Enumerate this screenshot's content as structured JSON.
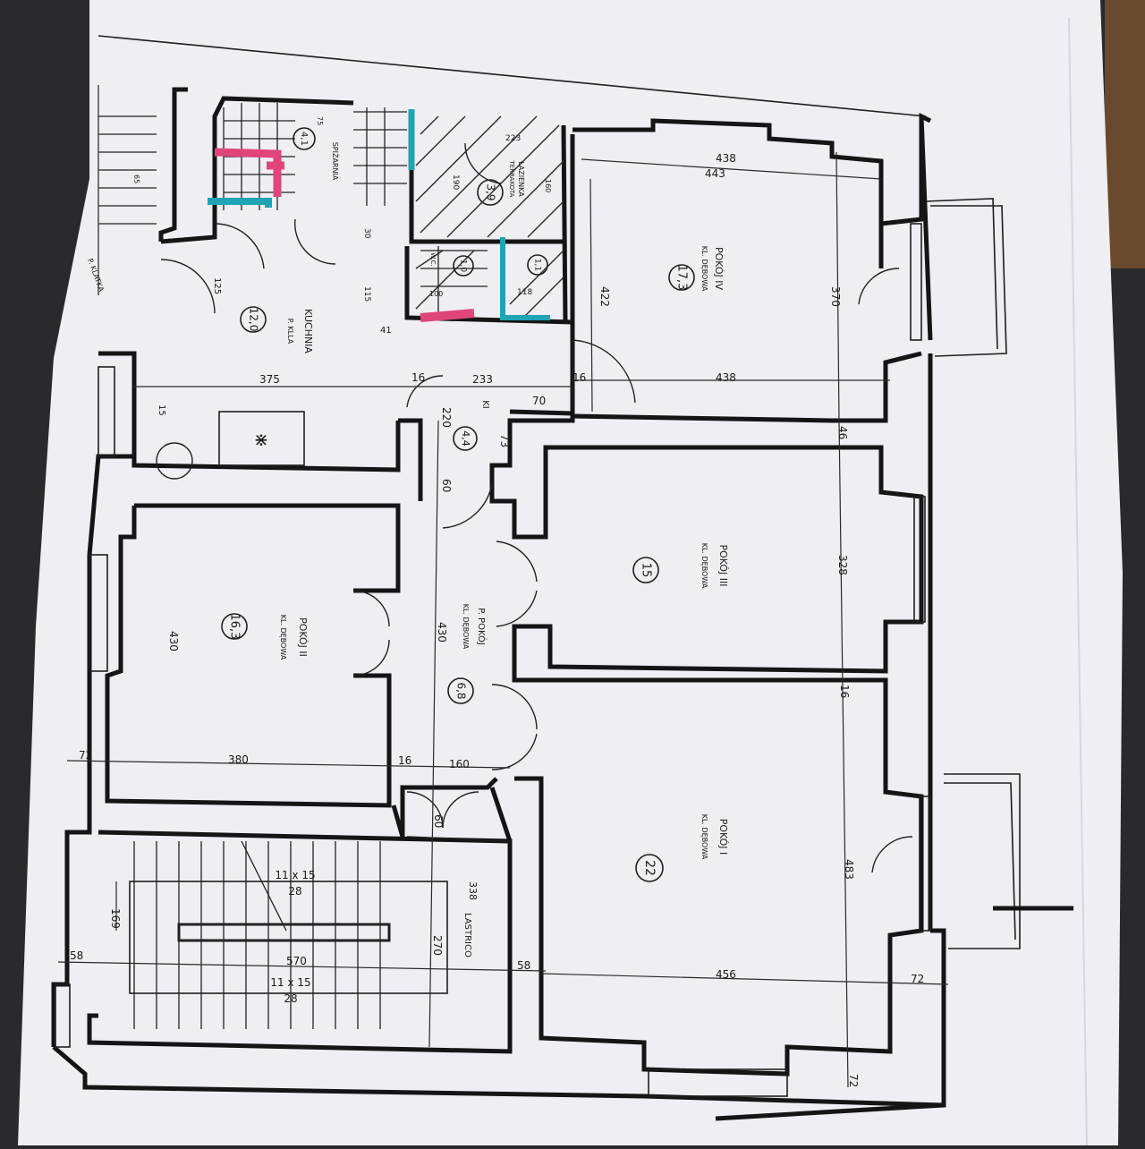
{
  "plan": {
    "colors": {
      "backdrop": "#2a2a2c",
      "paper": "#eeeef3",
      "ink": "#151515",
      "mark_pink": "#e0457a",
      "mark_teal": "#1fa3b5"
    },
    "rooms": [
      {
        "id": "pokoj-iv",
        "number": "17,3",
        "name": "POKÓJ IV",
        "floor": "KL. DĘBOWA"
      },
      {
        "id": "pokoj-iii",
        "number": "15",
        "name": "POKÓJ III",
        "floor": "KL. DĘBOWA"
      },
      {
        "id": "pokoj-ii",
        "number": "16,3",
        "name": "POKÓJ II",
        "floor": "KL. DĘBOWA"
      },
      {
        "id": "pokoj-i",
        "number": "22",
        "name": "POKÓJ I",
        "floor": "KL. DĘBOWA"
      },
      {
        "id": "kuchnia",
        "number": "12,0",
        "name": "KUCHNIA",
        "floor": "P. KLLA"
      },
      {
        "id": "przedpokoj",
        "number": "6,8",
        "name": "P. POKÓJ",
        "floor": "KL. DĘBOWA"
      },
      {
        "id": "korytarz",
        "number": "4,4",
        "name": "KI",
        "floor": ""
      },
      {
        "id": "lazienka",
        "number": "3,9",
        "name": "ŁAZIENKA",
        "floor": "TERRAKOTA"
      },
      {
        "id": "spizarnia",
        "number": "4,1",
        "name": "SPIŻARNIA",
        "floor": ""
      },
      {
        "id": "wc",
        "number": "1,0",
        "name": "W.C.",
        "floor": ""
      },
      {
        "id": "schowek",
        "number": "1,1",
        "name": "",
        "floor": ""
      }
    ],
    "dimensions": [
      "438",
      "443",
      "422",
      "370",
      "438",
      "46",
      "328",
      "16",
      "483",
      "456",
      "72",
      "72",
      "375",
      "233",
      "16",
      "16",
      "70",
      "220",
      "73",
      "60",
      "430",
      "430",
      "380",
      "72",
      "16",
      "160",
      "60",
      "570",
      "58",
      "58",
      "169",
      "270",
      "338",
      "125",
      "15",
      "41",
      "30",
      "223",
      "190",
      "160",
      "118",
      "100",
      "115",
      "75",
      "65"
    ],
    "stairs": {
      "steps_top": "11 x 15",
      "steps_top_sub": "28",
      "steps_bottom": "11 x 15",
      "steps_bottom_sub": "28",
      "material": "LASTRICO"
    },
    "margin_notes": [
      "P. KLATKA"
    ]
  }
}
